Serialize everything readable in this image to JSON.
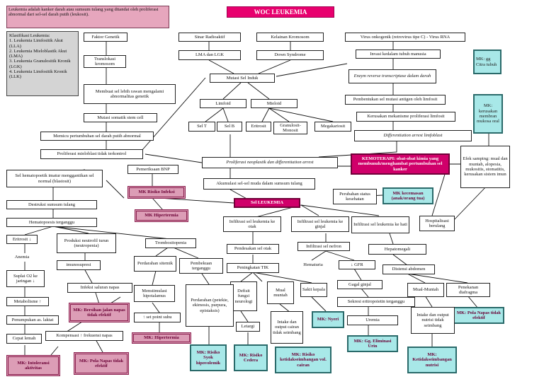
{
  "title": "WOC LEUKEMIA",
  "definition": "Leukemia adalah kanker darah atau sumsum tulang yang ditandai oleh proliferasi abnormal dari sel-sel darah putih (leukosit).",
  "classification": "Klasifikasi Leukemia:\n1. Leukemia Limfositik Akut (LLA)\n2. Leukemia Mieloblastik Akut (LMA)\n3. Leukemia Granulositik Kronik (LGK)\n4. Leukemia Limfositik Kronik (LLK)",
  "nodes": {
    "faktor_genetik": "Faktor Genetik",
    "sinar_radioaktif": "Sinar Radioaktif",
    "kelainan_kromosom": "Kelainan Kromosom",
    "virus": "Virus onkogenik (retrovirus tipe C) - Virus RNA",
    "translokasi": "Translokasi kromosom",
    "lma_lgk": "LMA dan LGK",
    "down_syndrome": "Down Syndrome",
    "invasi": "Invasi kedalam tubuh manusia",
    "mk_gga": "MK: gg\nCitra tubuh",
    "membuat_sel": "Membuat sel lebih rawan mengalami abnormalitas genetik",
    "mutasi_induk": "Mutasi Sel Induk",
    "enzim": "Enzym reverse transcriptase dalam darah",
    "limfoid": "Limfoid",
    "mieloid": "Mieloid",
    "pembentukan_sel": "Pembentukan sel mutasi antigen oleh limfosit",
    "mk_kerusakan": "MK: kerusakan membran mukosa oral",
    "mutasi_stem": "Mutasi somatik stem cell",
    "sel_t": "Sel T",
    "sel_b": "Sel B",
    "eritrosit_top": "Eritrosit",
    "granulosit": "Granulosit-Monosit",
    "megakariosit": "Megakariosit",
    "kerusakan_limfosit": "Kerusakan mekanisme proliferasi limfosit",
    "diff_arrest_lim": "Differentiation arrest limfoblast",
    "memicu": "Memicu pertumbuhan sel darah putih abnormal",
    "proliferasi_mielo": "Proliferasi mieloblast tidak terkontrol",
    "proliferasi_neo": "Proliferasi neoplastik dan differentiation arrest",
    "kemoterapi": "KEMOTERAPI: obat-obat kimia yang membunuh/menghambat pertumbuhan sel kanker",
    "efek_samping": "Efek samping: mual dan muntah, alopesia, mukositis, stomatitis, kerusakan sistem imun",
    "pemeriksaan_bnp": "Pemeriksaan BNP",
    "mk_risiko_infeksi": "MK Risiko Infeksi",
    "akumulasi": "Akumulasi sel-sel muda dalam sumsum tulang",
    "sel_hematopoetik": "Sel hematopoetik imatur menggantikan sel normal (blastosit)",
    "perubahan_status": "Perubahan status kesehatan",
    "mk_kecemasan": "MK kecemasan (anak/orang tua)",
    "sel_leukemia": "Sel LEUKEMIA",
    "mk_hipertermia": "MK Hipertermia",
    "destruksi": "Destruksi sumsum tulang",
    "hospitalisasi": "Hospitalisasi berulang",
    "hematopoesis": "Hematopoesis terganggu",
    "infiltrasi_otak": "Infiltrasi sel leukemia ke otak",
    "infiltrasi_ginjal": "Infiltrasi sel leukemia ke ginjal",
    "infiltrasi_hati": "Infiltrasi sel leukemia ke hati",
    "eritrosit_down": "Eritrosit ↓",
    "produksi_neutrofil": "Produksi neutrofil turun (neutropenia)",
    "trombositopenia": "Trombositopenia",
    "pendesakan": "Pendesakan sel otak",
    "infiltrasi_nefron": "Infiltrasi sel nefron",
    "hepatomegali": "Hepatomegali",
    "anemia": "Anemia",
    "imunosupresi": "imunosupresi",
    "perdarahan_sitemik": "Perdarahan sitemik",
    "pembekuan": "Pembekuan terganggu",
    "peningkatan_tik": "Peningkatan TIK",
    "hematuria": "Hematuria",
    "gfr": "↓ GFR",
    "distensi": "Distensi abdomen",
    "suplai_o2": "Suplai O2 ke jaringan ↓",
    "infeksi_napas": "Infeksi saluran napas",
    "menstimulasi": "Menstimulasi hipotalamus",
    "defisit": "Defisit fungsi neurologi",
    "mual_muntah_otak": "Mual muntah",
    "sakit_kepala": "Sakit kepala",
    "gagal_ginjal": "Gagal ginjal",
    "mual_muntah_abd": "Mual-Muntah",
    "penekanan": "Penekanan diafragma",
    "metabolisme": "Metabolisme ↑",
    "perdarahan_3": "Perdarahan (petekie, ekimosis, purpura, epistaksis)",
    "sekresi_eritropoietin": "Sekresi eritropoietin terganggu",
    "mk_bersihan": "MK: Bersihan jalan napas tidak efektif",
    "set_point": "↑ set point suhu",
    "mk_pola_napas_r": "MK: Pola Napas tidak efektif",
    "penumpukan_laktat": "Penumpukan as. laktat",
    "asupan_otak": "Intake dan output cairan tidak seimbang",
    "mk_nyeri": "MK: Nyeri",
    "uremia": "Uremia",
    "asupan_abd": "Intake dan output nutrisi tidak seimbang",
    "letargi": "Letargi",
    "kompensasi": "Kompensasi ↑ frekuensi napas",
    "mk_hipertermia2": "MK: Hipertermia",
    "mk_eliminasi": "MK: Gg. Eliminasi Urin",
    "mk_risiko_syok": "MK: Risiko Syok hipovolemik",
    "mk_risiko_cedera": "MK: Risiko Cedera",
    "mk_risiko_cairan": "MK: Risiko ketidakseimbangan vol. cairan",
    "mk_ketidakseimbangan": "MK: Ketidakseimbangan nutrisi",
    "cepat_lemah": "Cepat lemah",
    "mk_pola_napas_m": "MK: Pola Napas tidak efektif",
    "mk_intoleransi": "MK: Intoleransi aktivitas"
  }
}
